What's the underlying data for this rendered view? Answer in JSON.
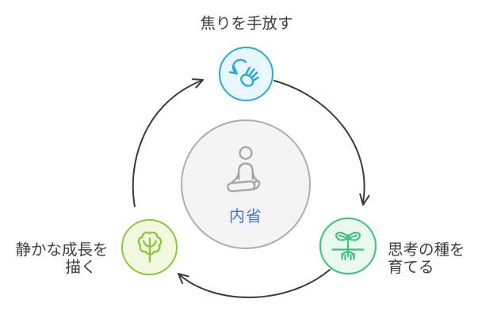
{
  "diagram": {
    "type": "cycle",
    "direction": "clockwise",
    "center": {
      "label": "内省",
      "icon": "meditating-person",
      "label_color": "#4576E6",
      "circle_fill": "#F4F4F4",
      "circle_stroke": "#ADADAD"
    },
    "nodes": [
      {
        "position": "top",
        "lines": [
          "焦りを手放す"
        ],
        "icon": "waving-hand-release",
        "circle_stroke": "#29A9E1",
        "circle_fill": "#E8F6FD"
      },
      {
        "position": "right",
        "lines": [
          "思考の種を",
          "育てる"
        ],
        "icon": "seedling-with-roots",
        "circle_stroke": "#41C07E",
        "circle_fill": "#E9F9F0"
      },
      {
        "position": "left",
        "lines": [
          "静かな成長を",
          "描く"
        ],
        "icon": "tree",
        "circle_stroke": "#8EC63F",
        "circle_fill": "#F1F8DE"
      }
    ],
    "arrows": {
      "color": "#3B3B3B",
      "count": 3
    },
    "label_text_color": "#3F3F3F"
  }
}
